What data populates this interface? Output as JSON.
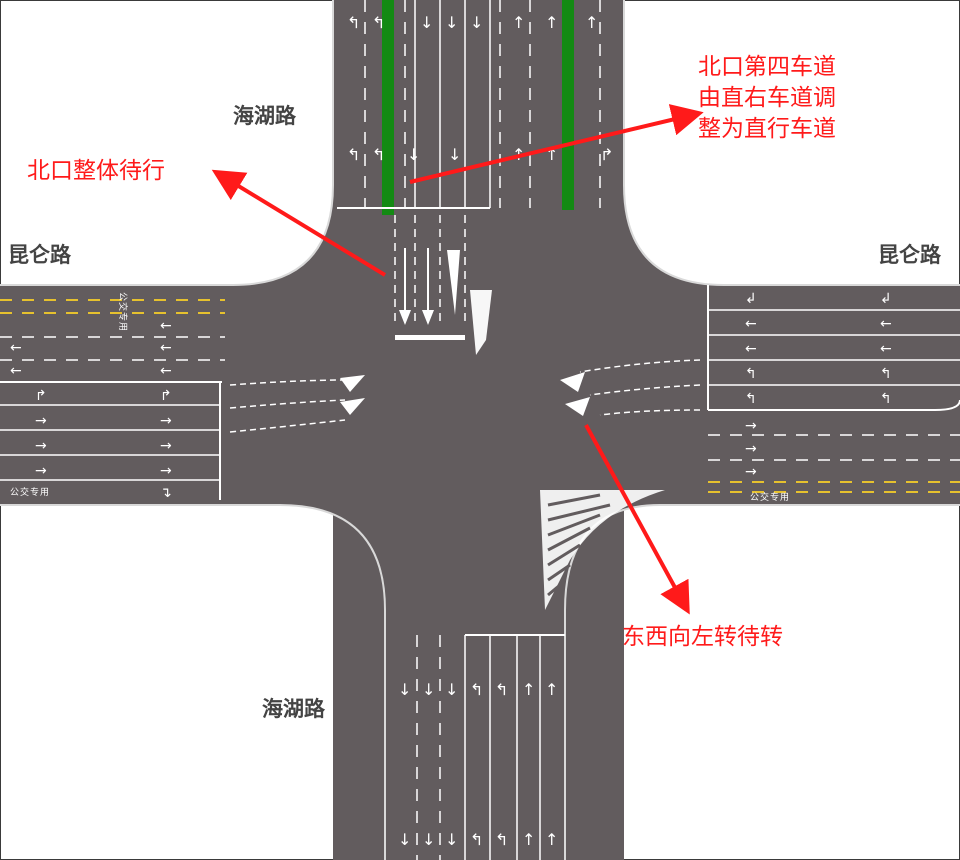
{
  "road_names": {
    "north": "海湖路",
    "south": "海湖路",
    "west": "昆仑路",
    "east": "昆仑路"
  },
  "annotations": {
    "north_wait": "北口整体待行",
    "north_lane4": [
      "北口第四车道",
      "由直右车道调",
      "整为直行车道"
    ],
    "left_turn_wait": "东西向左转待转"
  },
  "pavement_text": {
    "west": "公交专用",
    "east": "公交专用"
  },
  "colors": {
    "road": "#625c5e",
    "marking": "#ffffff",
    "center_line": "#e6c12e",
    "median": "#138a13",
    "annotation": "#ff1a1a",
    "road_label": "#444444"
  }
}
